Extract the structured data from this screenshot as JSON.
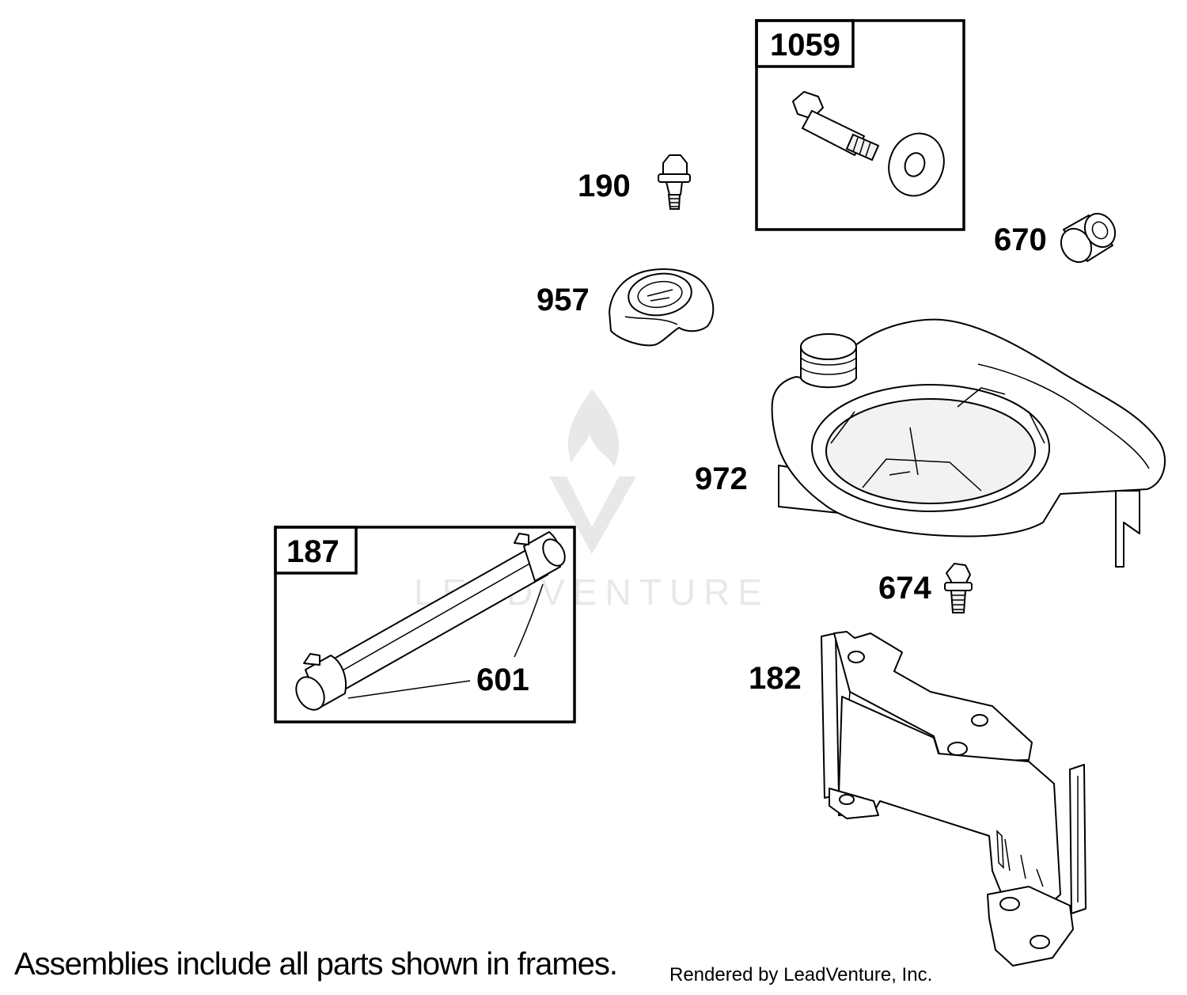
{
  "watermark": {
    "text": "LEADVENTURE",
    "icon": "leadventure-flame-logo"
  },
  "parts": {
    "p1059": "1059",
    "p190": "190",
    "p670": "670",
    "p957": "957",
    "p972": "972",
    "p187": "187",
    "p601": "601",
    "p674": "674",
    "p182": "182"
  },
  "footer": {
    "note": "Assemblies include all parts shown in frames.",
    "credit": "Rendered by LeadVenture, Inc."
  }
}
